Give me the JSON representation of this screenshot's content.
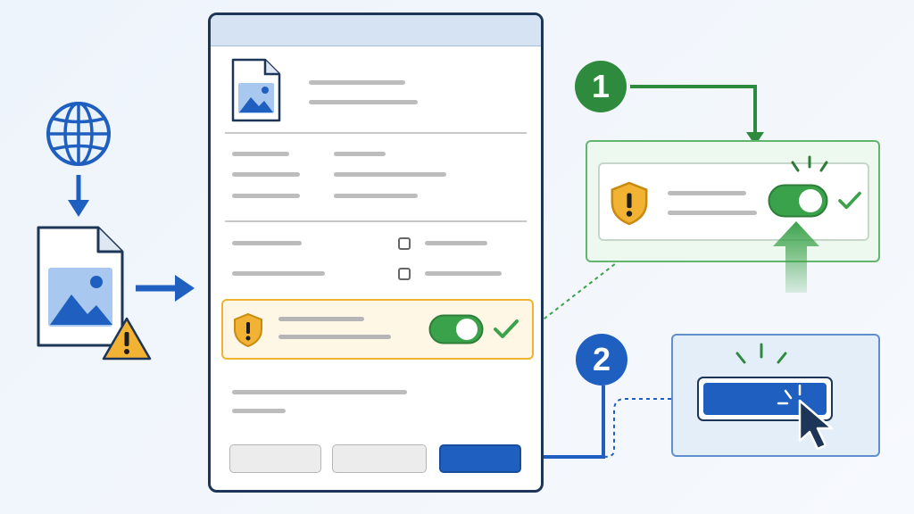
{
  "steps": {
    "first": {
      "number": "1",
      "color": "#2e8b3e"
    },
    "second": {
      "number": "2",
      "color": "#1f5fbf"
    }
  },
  "colors": {
    "primary_blue": "#1f5fbf",
    "success_green": "#3aa24a",
    "warning_amber": "#f2b233",
    "dialog_border": "#1d3557"
  },
  "icons": {
    "globe": "globe-icon",
    "file": "image-file-icon",
    "warning": "warning-triangle-icon",
    "shield": "shield-warning-icon",
    "toggle": "toggle-on-icon",
    "check": "checkmark-icon",
    "cursor": "mouse-pointer-icon"
  },
  "dialog": {
    "toggle_state": "on",
    "checkboxes": [
      "unchecked",
      "unchecked"
    ]
  }
}
